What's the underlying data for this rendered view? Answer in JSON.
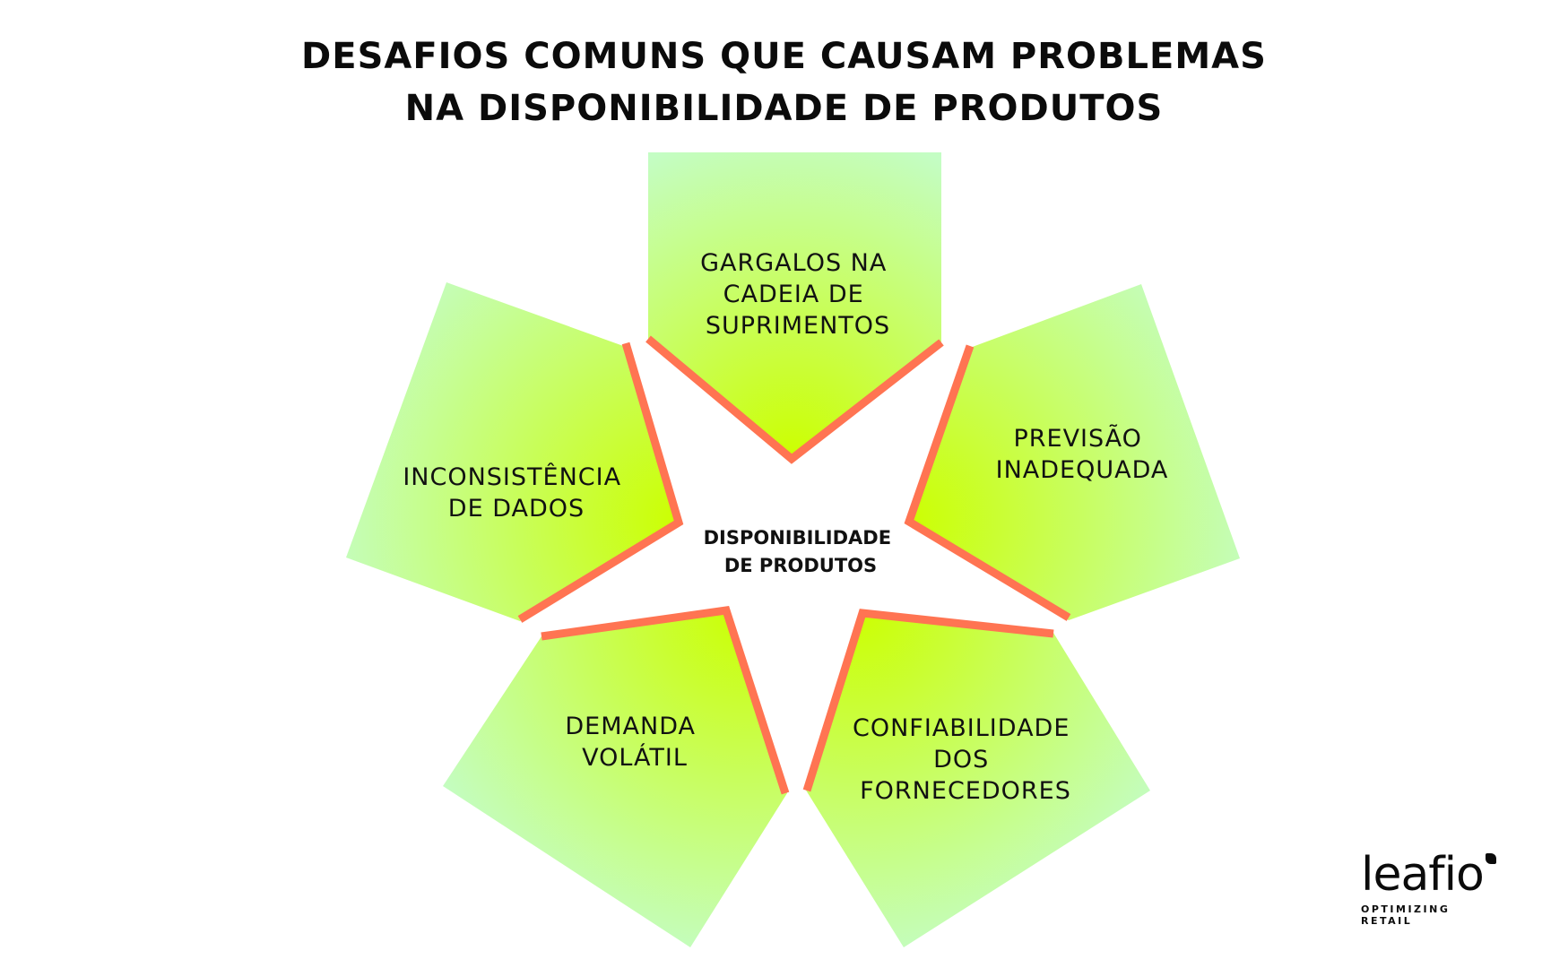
{
  "title": {
    "line1": "DESAFIOS COMUNS QUE CAUSAM PROBLEMAS",
    "line2": "NA DISPONIBILIDADE DE PRODUTOS"
  },
  "center": {
    "line1": "DISPONIBILIDADE",
    "line2": "DE PRODUTOS"
  },
  "segments": [
    {
      "name": "supply-chain",
      "lines": [
        "GARGALOS NA",
        "CADEIA DE",
        "SUPRIMENTOS"
      ]
    },
    {
      "name": "forecast",
      "lines": [
        "PREVISÃO",
        "INADEQUADA"
      ]
    },
    {
      "name": "suppliers",
      "lines": [
        "CONFIABILIDADE",
        "DOS",
        "FORNECEDORES"
      ]
    },
    {
      "name": "demand",
      "lines": [
        "DEMANDA",
        "VOLÁTIL"
      ]
    },
    {
      "name": "data",
      "lines": [
        "INCONSISTÊNCIA",
        "DE DADOS"
      ]
    }
  ],
  "colors": {
    "fill_center": "#ccff00",
    "fill_edge": "#c4fdc4",
    "accent_line": "#ff7452",
    "text": "#111111"
  },
  "logo": {
    "word": "leafio",
    "tagline": "OPTIMIZING RETAIL"
  }
}
